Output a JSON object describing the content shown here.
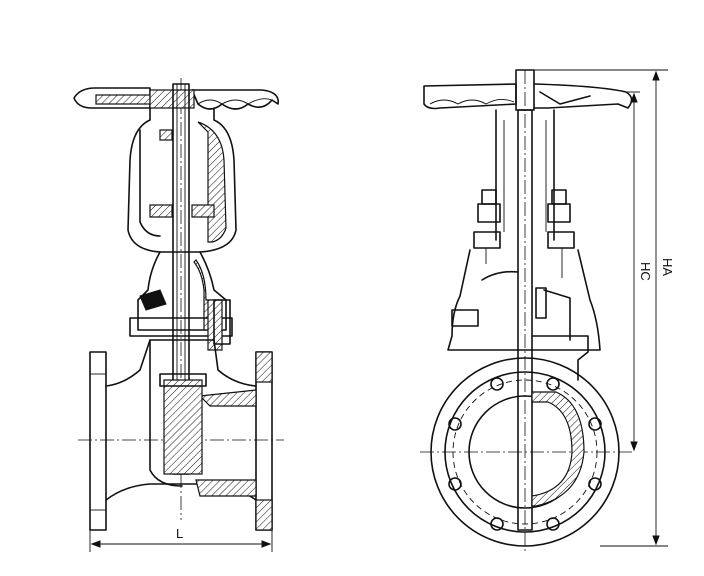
{
  "labels": {
    "length_dim": "L",
    "height_a": "HA",
    "height_c": "HC"
  },
  "colors": {
    "line": "#111111",
    "background": "#ffffff"
  }
}
